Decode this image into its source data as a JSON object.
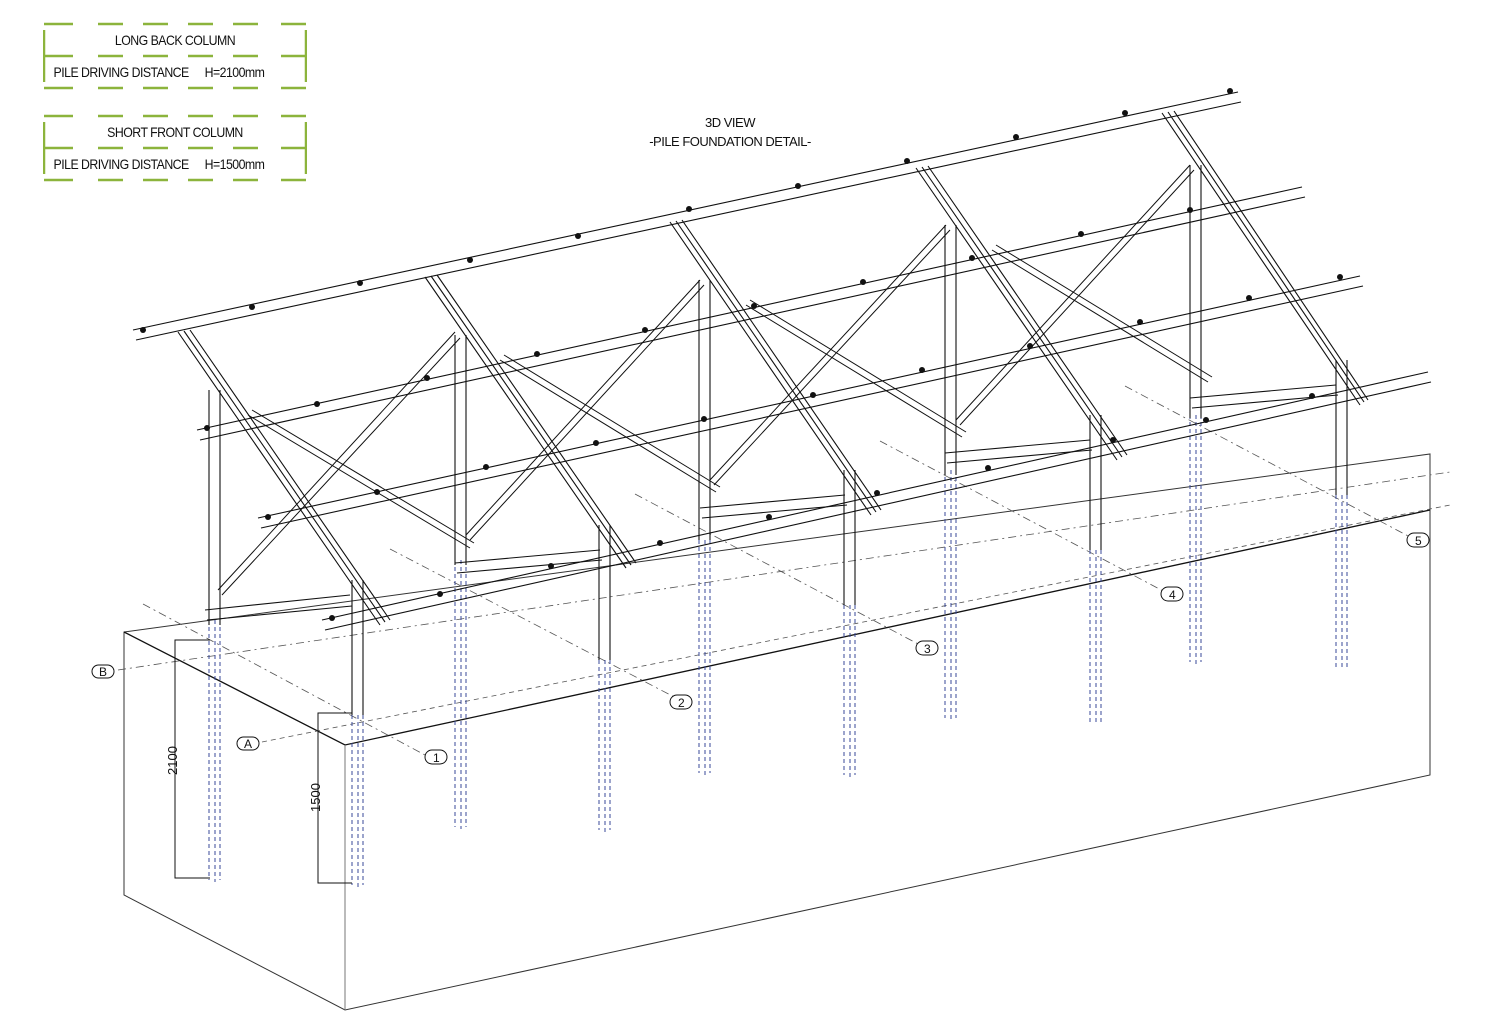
{
  "legend": [
    {
      "title": "LONG BACK COLUMN",
      "label": "PILE DRIVING DISTANCE",
      "value": "H=2100mm"
    },
    {
      "title": "SHORT FRONT COLUMN",
      "label": "PILE DRIVING DISTANCE",
      "value": "H=1500mm"
    }
  ],
  "view": {
    "title": "3D VIEW",
    "subtitle": "-PILE FOUNDATION DETAIL-"
  },
  "grid_labels": {
    "rows": [
      "A",
      "B"
    ],
    "columns": [
      "1",
      "2",
      "3",
      "4",
      "5"
    ]
  },
  "dimensions": {
    "back_pile": "2100",
    "front_pile": "1500"
  },
  "colors": {
    "legend_border": "#8cb43c",
    "line": "#111111",
    "hidden_pile": "#3a4a9a",
    "grid_line": "#555555"
  }
}
